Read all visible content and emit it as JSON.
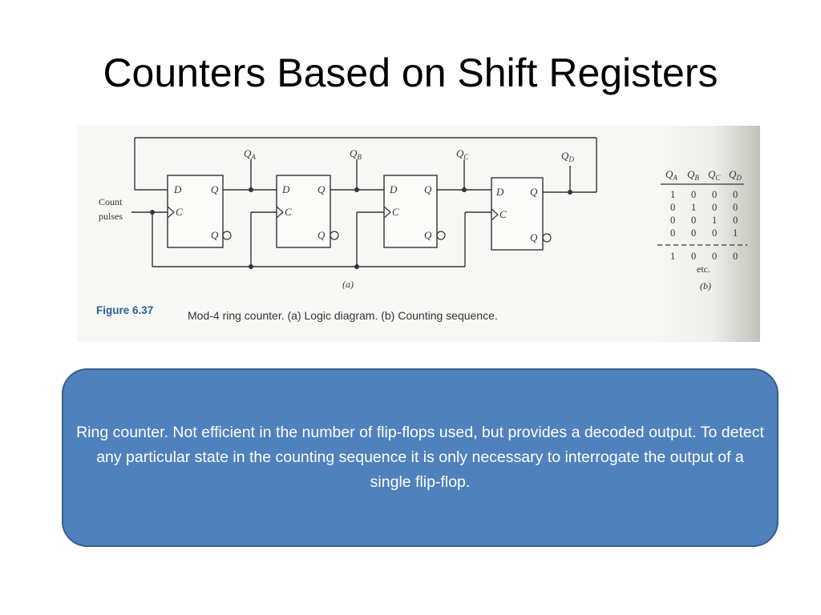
{
  "slide": {
    "title": "Counters Based on Shift Registers"
  },
  "figure": {
    "input_label_1": "Count",
    "input_label_2": "pulses",
    "flipflop": {
      "d": "D",
      "q": "Q",
      "c": "C"
    },
    "outputs": [
      {
        "base": "Q",
        "sub": "A"
      },
      {
        "base": "Q",
        "sub": "B"
      },
      {
        "base": "Q",
        "sub": "C"
      },
      {
        "base": "Q",
        "sub": "D"
      }
    ],
    "part_a": "(a)",
    "part_b": "(b)",
    "caption_bold": "Figure 6.37",
    "caption_text": "Mod-4 ring counter. (a) Logic diagram. (b) Counting sequence.",
    "table": {
      "headers": [
        {
          "base": "Q",
          "sub": "A"
        },
        {
          "base": "Q",
          "sub": "B"
        },
        {
          "base": "Q",
          "sub": "C"
        },
        {
          "base": "Q",
          "sub": "D"
        }
      ],
      "rows": [
        [
          "1",
          "0",
          "0",
          "0"
        ],
        [
          "0",
          "1",
          "0",
          "0"
        ],
        [
          "0",
          "0",
          "1",
          "0"
        ],
        [
          "0",
          "0",
          "0",
          "1"
        ]
      ],
      "repeat_row": [
        "1",
        "0",
        "0",
        "0"
      ],
      "etc": "etc."
    }
  },
  "callout": {
    "text": "Ring counter.  Not efficient in the number of flip-flops used, but provides a decoded output.  To detect any particular state in the counting sequence it is only necessary to interrogate the output of a single flip-flop."
  },
  "colors": {
    "callout_fill": "#4f81bd",
    "callout_border": "#385d8a",
    "scan_background": "#f7f7f5",
    "scan_edge": "#c9c9c4"
  }
}
